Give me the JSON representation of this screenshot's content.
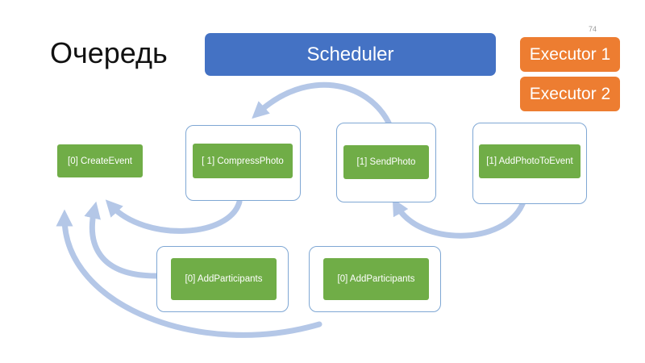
{
  "slide": {
    "title": "Очередь",
    "page_number": "74"
  },
  "scheduler": {
    "label": "Scheduler"
  },
  "executors": [
    {
      "label": "Executor 1"
    },
    {
      "label": "Executor 2"
    }
  ],
  "tasks": {
    "create_event": "[0] CreateEvent",
    "compress_photo": "[ 1] CompressPhoto",
    "send_photo": "[1] SendPhoto",
    "add_photo_to_event": "[1] AddPhotoToEvent",
    "add_participants_1": "[0] AddParticipants",
    "add_participants_2": "[0] AddParticipants"
  },
  "colors": {
    "scheduler": "#4472c4",
    "executor": "#ed7d31",
    "task": "#70ad47",
    "frame_border": "#7fa7d4",
    "arrow": "#b4c7e7"
  }
}
